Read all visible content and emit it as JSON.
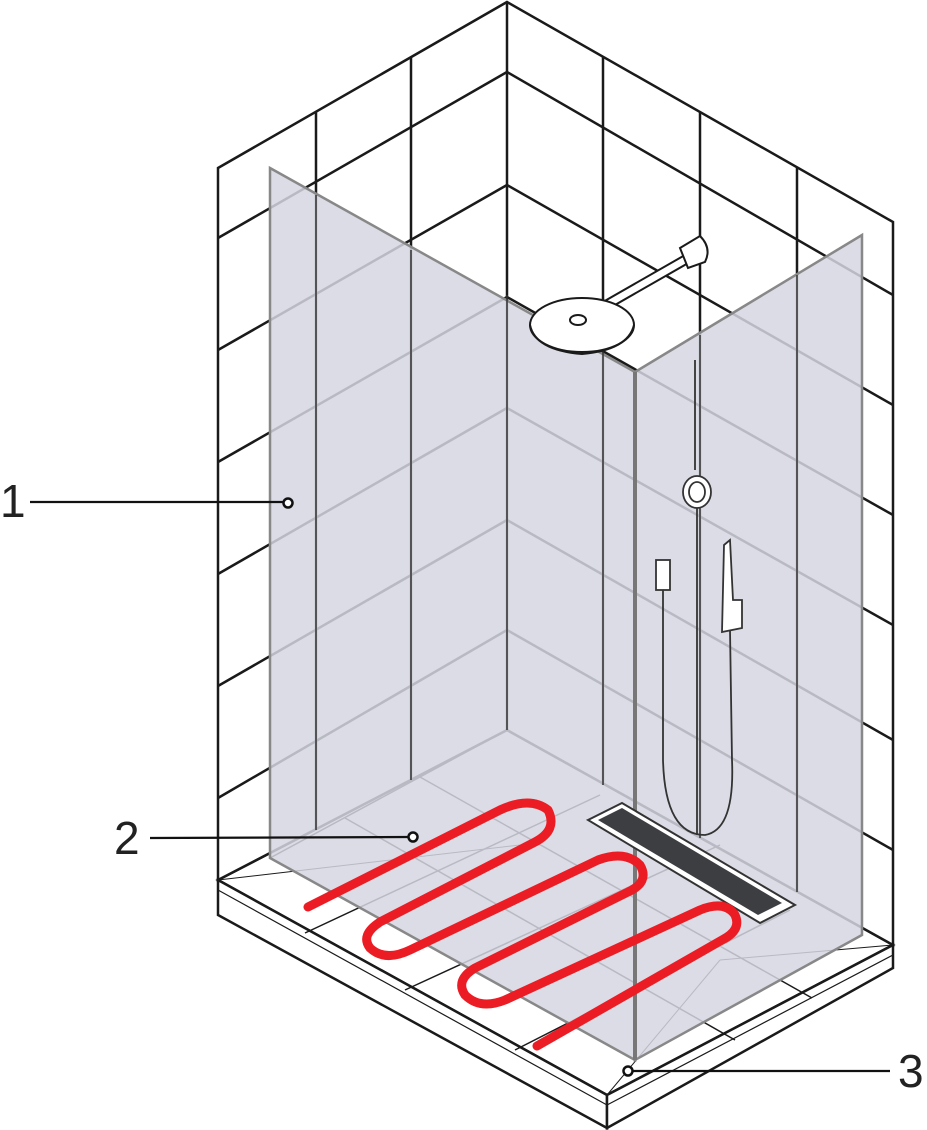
{
  "labels": [
    {
      "number": "1"
    },
    {
      "number": "2"
    },
    {
      "number": "3"
    }
  ],
  "colors": {
    "heating_cable": "#ec1c24",
    "glass": "#d5d6e0",
    "lines": "#1a1a1a",
    "drain": "#3d3e42"
  }
}
